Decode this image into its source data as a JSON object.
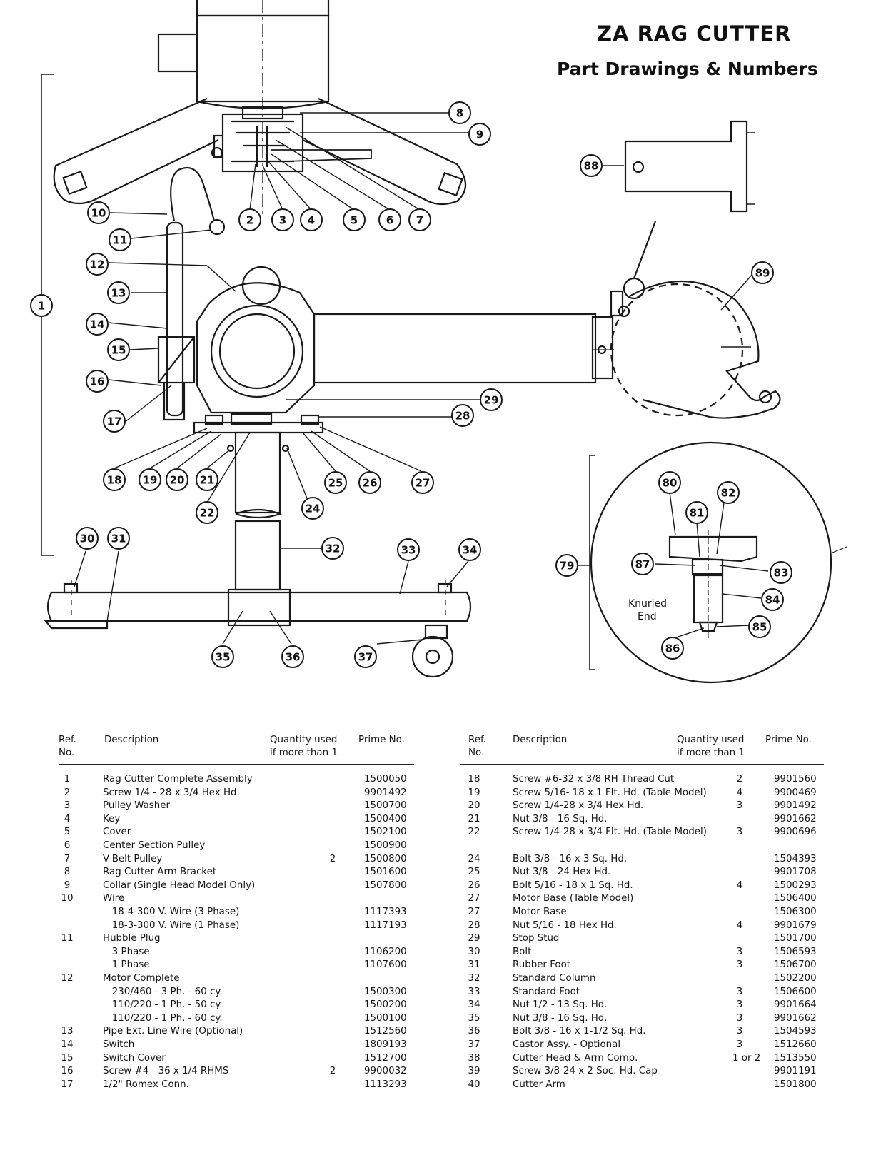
{
  "title": {
    "line1": "ZA RAG CUTTER",
    "line2": "Part Drawings & Numbers"
  },
  "detail_label": {
    "line1": "Knurled",
    "line2": "End"
  },
  "callouts": [
    "1",
    "2",
    "3",
    "4",
    "5",
    "6",
    "7",
    "8",
    "9",
    "10",
    "11",
    "12",
    "13",
    "14",
    "15",
    "16",
    "17",
    "18",
    "19",
    "20",
    "21",
    "22",
    "24",
    "25",
    "26",
    "27",
    "28",
    "29",
    "30",
    "31",
    "32",
    "33",
    "34",
    "35",
    "36",
    "37",
    "79",
    "80",
    "81",
    "82",
    "83",
    "84",
    "85",
    "86",
    "87",
    "88",
    "89"
  ],
  "table_headers": {
    "ref": [
      "Ref.",
      "No."
    ],
    "description": "Description",
    "quantity": [
      "Quantity used",
      "if more than 1"
    ],
    "prime": "Prime No."
  },
  "left_rows": [
    {
      "ref": "1",
      "desc": "Rag Cutter Complete Assembly",
      "qty": "",
      "prime": "1500050"
    },
    {
      "ref": "2",
      "desc": "Screw 1/4 - 28 x 3/4 Hex Hd.",
      "qty": "",
      "prime": "9901492"
    },
    {
      "ref": "3",
      "desc": "Pulley Washer",
      "qty": "",
      "prime": "1500700"
    },
    {
      "ref": "4",
      "desc": "Key",
      "qty": "",
      "prime": "1500400"
    },
    {
      "ref": "5",
      "desc": "Cover",
      "qty": "",
      "prime": "1502100"
    },
    {
      "ref": "6",
      "desc": "Center Section Pulley",
      "qty": "",
      "prime": "1500900"
    },
    {
      "ref": "7",
      "desc": "V-Belt Pulley",
      "qty": "2",
      "prime": "1500800"
    },
    {
      "ref": "8",
      "desc": "Rag Cutter Arm Bracket",
      "qty": "",
      "prime": "1501600"
    },
    {
      "ref": "9",
      "desc": "Collar (Single Head Model Only)",
      "qty": "",
      "prime": "1507800"
    },
    {
      "ref": "10",
      "desc": "Wire",
      "qty": "",
      "prime": ""
    },
    {
      "ref": "",
      "desc": "   18-4-300 V. Wire (3 Phase)",
      "qty": "",
      "prime": "1117393"
    },
    {
      "ref": "",
      "desc": "   18-3-300 V. Wire (1 Phase)",
      "qty": "",
      "prime": "1117193"
    },
    {
      "ref": "11",
      "desc": "Hubble Plug",
      "qty": "",
      "prime": ""
    },
    {
      "ref": "",
      "desc": "   3 Phase",
      "qty": "",
      "prime": "1106200"
    },
    {
      "ref": "",
      "desc": "   1 Phase",
      "qty": "",
      "prime": "1107600"
    },
    {
      "ref": "12",
      "desc": "Motor Complete",
      "qty": "",
      "prime": ""
    },
    {
      "ref": "",
      "desc": "   230/460 - 3 Ph. - 60 cy.",
      "qty": "",
      "prime": "1500300"
    },
    {
      "ref": "",
      "desc": "   110/220 - 1 Ph. - 50 cy.",
      "qty": "",
      "prime": "1500200"
    },
    {
      "ref": "",
      "desc": "   110/220 - 1 Ph. - 60 cy.",
      "qty": "",
      "prime": "1500100"
    },
    {
      "ref": "13",
      "desc": "Pipe Ext. Line Wire (Optional)",
      "qty": "",
      "prime": "1512560"
    },
    {
      "ref": "14",
      "desc": "Switch",
      "qty": "",
      "prime": "1809193"
    },
    {
      "ref": "15",
      "desc": "Switch Cover",
      "qty": "",
      "prime": "1512700"
    },
    {
      "ref": "16",
      "desc": "Screw #4 - 36 x 1/4 RHMS",
      "qty": "2",
      "prime": "9900032"
    },
    {
      "ref": "17",
      "desc": "1/2\" Romex Conn.",
      "qty": "",
      "prime": "1113293"
    }
  ],
  "right_rows": [
    {
      "ref": "18",
      "desc": "Screw #6-32 x 3/8 RH Thread Cut",
      "qty": "2",
      "prime": "9901560"
    },
    {
      "ref": "19",
      "desc": "Screw 5/16- 18 x 1 Flt. Hd. (Table Model)",
      "qty": "4",
      "prime": "9900469"
    },
    {
      "ref": "20",
      "desc": "Screw 1/4-28 x 3/4 Hex Hd.",
      "qty": "3",
      "prime": "9901492"
    },
    {
      "ref": "21",
      "desc": "Nut 3/8 - 16 Sq. Hd.",
      "qty": "",
      "prime": "9901662"
    },
    {
      "ref": "22",
      "desc": "Screw 1/4-28 x 3/4 Flt. Hd. (Table Model)",
      "qty": "3",
      "prime": "9900696"
    },
    {
      "ref": "24",
      "desc": "Bolt 3/8 - 16 x 3 Sq. Hd.",
      "qty": "",
      "prime": "1504393"
    },
    {
      "ref": "25",
      "desc": "Nut 3/8 - 24 Hex Hd.",
      "qty": "",
      "prime": "9901708"
    },
    {
      "ref": "26",
      "desc": "Bolt 5/16 - 18 x 1 Sq. Hd.",
      "qty": "4",
      "prime": "1500293"
    },
    {
      "ref": "27",
      "desc": "Motor Base (Table Model)",
      "qty": "",
      "prime": "1506400"
    },
    {
      "ref": "27",
      "desc": "Motor Base",
      "qty": "",
      "prime": "1506300"
    },
    {
      "ref": "28",
      "desc": "Nut 5/16 - 18 Hex Hd.",
      "qty": "4",
      "prime": "9901679"
    },
    {
      "ref": "29",
      "desc": "Stop Stud",
      "qty": "",
      "prime": "1501700"
    },
    {
      "ref": "30",
      "desc": "Bolt",
      "qty": "3",
      "prime": "1506593"
    },
    {
      "ref": "31",
      "desc": "Rubber Foot",
      "qty": "3",
      "prime": "1506700"
    },
    {
      "ref": "32",
      "desc": "Standard Column",
      "qty": "",
      "prime": "1502200"
    },
    {
      "ref": "33",
      "desc": "Standard Foot",
      "qty": "3",
      "prime": "1506600"
    },
    {
      "ref": "34",
      "desc": "Nut 1/2 - 13 Sq. Hd.",
      "qty": "3",
      "prime": "9901664"
    },
    {
      "ref": "35",
      "desc": "Nut 3/8 - 16 Sq. Hd.",
      "qty": "3",
      "prime": "9901662"
    },
    {
      "ref": "36",
      "desc": "Bolt 3/8 - 16 x 1-1/2 Sq. Hd.",
      "qty": "3",
      "prime": "1504593"
    },
    {
      "ref": "37",
      "desc": "Castor Assy. - Optional",
      "qty": "3",
      "prime": "1512660"
    },
    {
      "ref": "38",
      "desc": "Cutter Head & Arm Comp.",
      "qty": "1 or 2",
      "prime": "1513550"
    },
    {
      "ref": "39",
      "desc": "Screw 3/8-24 x 2 Soc. Hd. Cap",
      "qty": "",
      "prime": "9901191"
    },
    {
      "ref": "40",
      "desc": "Cutter Arm",
      "qty": "",
      "prime": "1501800"
    }
  ]
}
